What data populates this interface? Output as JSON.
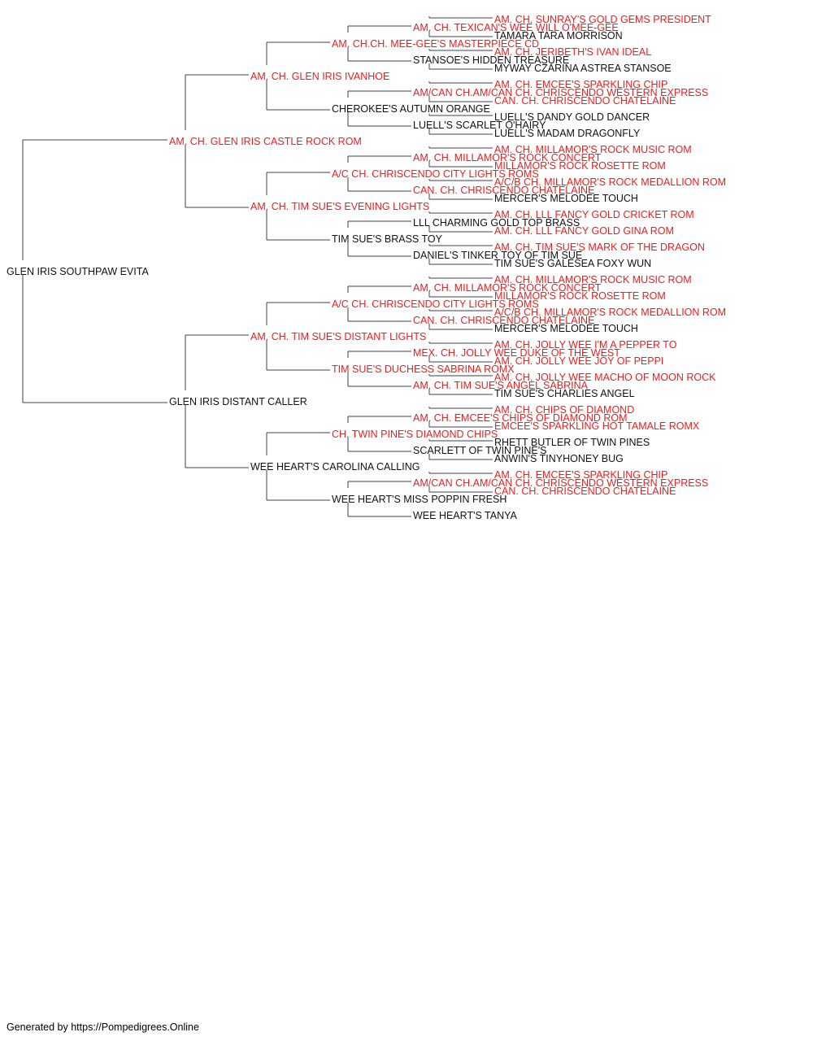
{
  "colors": {
    "champion": "#ee1c1c",
    "normal": "#111111",
    "line": "#404040"
  },
  "footer": "Generated by https://Pompedigrees.Online",
  "subject": {
    "name": "GLEN IRIS SOUTHPAW EVITA",
    "champion": false
  },
  "ancestors": [
    {
      "name": "AM. CH. GLEN IRIS CASTLE ROCK ROM",
      "champion": true
    },
    {
      "name": "GLEN IRIS DISTANT CALLER",
      "champion": false
    },
    {
      "name": "AM. CH. GLEN IRIS IVANHOE",
      "champion": true
    },
    {
      "name": "AM. CH. TIM SUE'S EVENING LIGHTS",
      "champion": true
    },
    {
      "name": "AM. CH. TIM SUE'S DISTANT LIGHTS",
      "champion": true
    },
    {
      "name": "WEE HEART'S CAROLINA CALLING",
      "champion": false
    },
    {
      "name": "AM. CH.CH. MEE-GEE'S MASTERPIECE CD",
      "champion": true
    },
    {
      "name": "CHEROKEE'S AUTUMN ORANGE",
      "champion": false
    },
    {
      "name": "A/C CH. CHRISCENDO CITY LIGHTS ROMS",
      "champion": true
    },
    {
      "name": "TIM SUE'S BRASS TOY",
      "champion": false
    },
    {
      "name": "A/C CH. CHRISCENDO CITY LIGHTS ROMS",
      "champion": true
    },
    {
      "name": "TIM SUE'S DUCHESS SABRINA ROMX",
      "champion": true
    },
    {
      "name": "CH. TWIN PINE'S DIAMOND CHIPS",
      "champion": true
    },
    {
      "name": "WEE HEART'S MISS POPPIN FRESH",
      "champion": false
    },
    {
      "name": "AM. CH. TEXICAN'S WEE WILL O'MEE-GEE",
      "champion": true
    },
    {
      "name": "STANSOE'S HIDDEN TREASURE",
      "champion": false
    },
    {
      "name": "AM/CAN CH.AM/CAN CH. CHRISCENDO WESTERN EXPRESS",
      "champion": true
    },
    {
      "name": "LUELL'S SCARLET O'HAIRY",
      "champion": false
    },
    {
      "name": "AM. CH. MILLAMOR'S ROCK CONCERT",
      "champion": true
    },
    {
      "name": "CAN. CH. CHRISCENDO CHATELAINE",
      "champion": true
    },
    {
      "name": "LLL CHARMING GOLD TOP BRASS",
      "champion": false
    },
    {
      "name": "DANIEL'S TINKER TOY OF TIM SUE",
      "champion": false
    },
    {
      "name": "AM. CH. MILLAMOR'S ROCK CONCERT",
      "champion": true
    },
    {
      "name": "CAN. CH. CHRISCENDO CHATELAINE",
      "champion": true
    },
    {
      "name": "MEX. CH. JOLLY WEE DUKE OF THE WEST",
      "champion": true
    },
    {
      "name": "AM. CH. TIM SUE'S ANGEL SABRINA",
      "champion": true
    },
    {
      "name": "AM. CH. EMCEE'S CHIPS OF DIAMOND ROM",
      "champion": true
    },
    {
      "name": "SCARLETT OF TWIN PINE'S",
      "champion": false
    },
    {
      "name": "AM/CAN CH.AM/CAN CH. CHRISCENDO WESTERN EXPRESS",
      "champion": true
    },
    {
      "name": "WEE HEART'S TANYA",
      "champion": false
    },
    {
      "name": "AM. CH. SUNRAY'S GOLD GEMS PRESIDENT",
      "champion": true
    },
    {
      "name": "TAMARA TARA MORRISON",
      "champion": false
    },
    {
      "name": "AM. CH. JERIBETH'S IVAN IDEAL",
      "champion": true
    },
    {
      "name": "MYWAY CZARINA ASTREA STANSOE",
      "champion": false
    },
    {
      "name": "AM. CH. EMCEE'S SPARKLING CHIP",
      "champion": true
    },
    {
      "name": "CAN. CH. CHRISCENDO CHATELAINE",
      "champion": true
    },
    {
      "name": "LUELL'S DANDY GOLD DANCER",
      "champion": false
    },
    {
      "name": "LUELL'S MADAM DRAGONFLY",
      "champion": false
    },
    {
      "name": "AM. CH. MILLAMOR'S ROCK MUSIC ROM",
      "champion": true
    },
    {
      "name": "MILLAMOR'S ROCK ROSETTE ROM",
      "champion": true
    },
    {
      "name": "A/C/B CH. MILLAMOR'S ROCK MEDALLION ROM",
      "champion": true
    },
    {
      "name": "MERCER'S MELODEE TOUCH",
      "champion": false
    },
    {
      "name": "AM. CH. LLL FANCY GOLD CRICKET ROM",
      "champion": true
    },
    {
      "name": "AM. CH. LLL FANCY GOLD GINA ROM",
      "champion": true
    },
    {
      "name": "AM. CH. TIM SUE'S MARK OF THE DRAGON",
      "champion": true
    },
    {
      "name": "TIM SUE'S GALESEA FOXY WUN",
      "champion": false
    },
    {
      "name": "AM. CH. MILLAMOR'S ROCK MUSIC ROM",
      "champion": true
    },
    {
      "name": "MILLAMOR'S ROCK ROSETTE ROM",
      "champion": true
    },
    {
      "name": "A/C/B CH. MILLAMOR'S ROCK MEDALLION ROM",
      "champion": true
    },
    {
      "name": "MERCER'S MELODEE TOUCH",
      "champion": false
    },
    {
      "name": "AM. CH. JOLLY WEE I'M A PEPPER TO",
      "champion": true
    },
    {
      "name": "AM. CH. JOLLY WEE JOY OF PEPPI",
      "champion": true
    },
    {
      "name": "AM. CH. JOLLY WEE MACHO OF MOON ROCK",
      "champion": true
    },
    {
      "name": "TIM SUE'S CHARLIES ANGEL",
      "champion": false
    },
    {
      "name": "AM. CH. CHIPS OF DIAMOND",
      "champion": true
    },
    {
      "name": "EMCEE'S SPARKLING HOT TAMALE ROMX",
      "champion": true
    },
    {
      "name": "RHETT BUTLER OF TWIN PINES",
      "champion": false
    },
    {
      "name": "ANWIN'S TINYHONEY BUG",
      "champion": false
    },
    {
      "name": "AM. CH. EMCEE'S SPARKLING CHIP",
      "champion": true
    },
    {
      "name": "CAN. CH. CHRISCENDO CHATELAINE",
      "champion": true
    },
    {
      "name": "",
      "champion": false
    },
    {
      "name": "",
      "champion": false
    }
  ]
}
